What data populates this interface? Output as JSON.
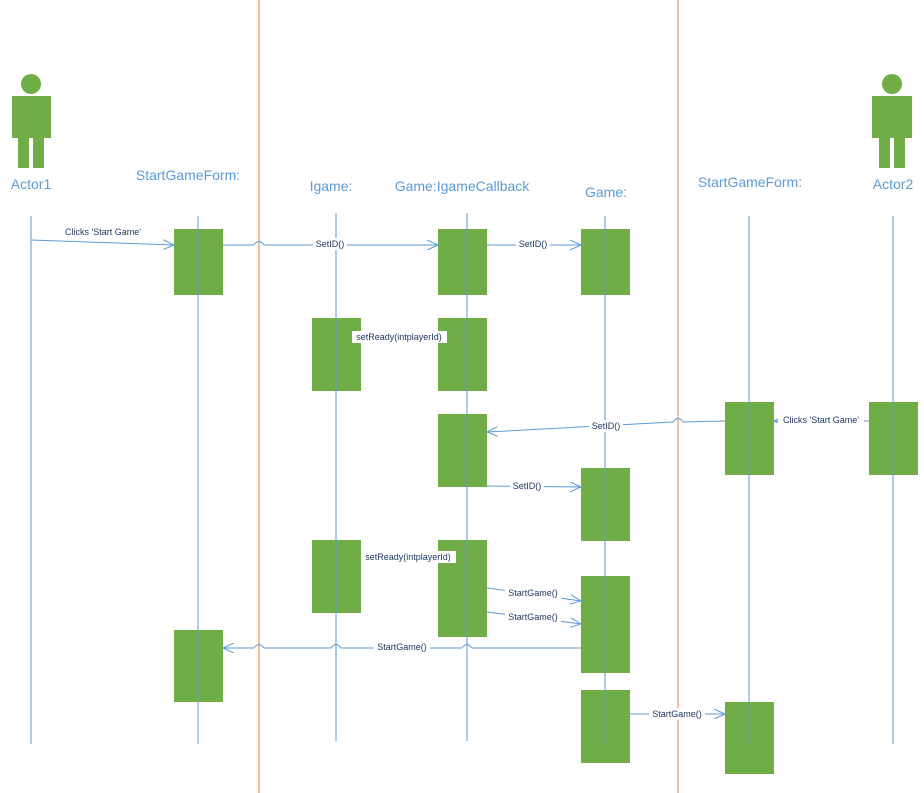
{
  "colors": {
    "lifeline": "#5b9bd5",
    "header_text": "#5b9bd5",
    "actor": "#70ad47",
    "activation": "#70ad47",
    "divider": "#ed7d31",
    "message_text": "#1f3864"
  },
  "participants": [
    {
      "id": "actor1",
      "label": "Actor1",
      "kind": "actor"
    },
    {
      "id": "sgf1",
      "label": "StartGameForm:",
      "kind": "object"
    },
    {
      "id": "igame",
      "label": "Igame:",
      "kind": "object"
    },
    {
      "id": "callback",
      "label": "Game:IgameCallback",
      "kind": "object"
    },
    {
      "id": "game",
      "label": "Game:",
      "kind": "object"
    },
    {
      "id": "sgf2",
      "label": "StartGameForm:",
      "kind": "object"
    },
    {
      "id": "actor2",
      "label": "Actor2",
      "kind": "actor"
    }
  ],
  "messages": [
    {
      "from": "actor1",
      "to": "sgf1",
      "label": "Clicks 'Start Game'"
    },
    {
      "from": "sgf1",
      "to": "callback",
      "label": "SetID()"
    },
    {
      "from": "callback",
      "to": "game",
      "label": "SetID()"
    },
    {
      "from": "igame",
      "to": "callback",
      "label": "setReady(intplayerId)"
    },
    {
      "from": "actor2",
      "to": "sgf2",
      "label": "Clicks 'Start Game'"
    },
    {
      "from": "sgf2",
      "to": "callback",
      "label": "SetID()"
    },
    {
      "from": "callback",
      "to": "game",
      "label": "SetID()"
    },
    {
      "from": "igame",
      "to": "callback",
      "label": "setReady(intplayerId)"
    },
    {
      "from": "callback",
      "to": "game",
      "label": "StartGame()"
    },
    {
      "from": "callback",
      "to": "game",
      "label": "StartGame()"
    },
    {
      "from": "game",
      "to": "sgf1",
      "label": "StartGame()"
    },
    {
      "from": "game",
      "to": "sgf2",
      "label": "StartGame()"
    }
  ]
}
